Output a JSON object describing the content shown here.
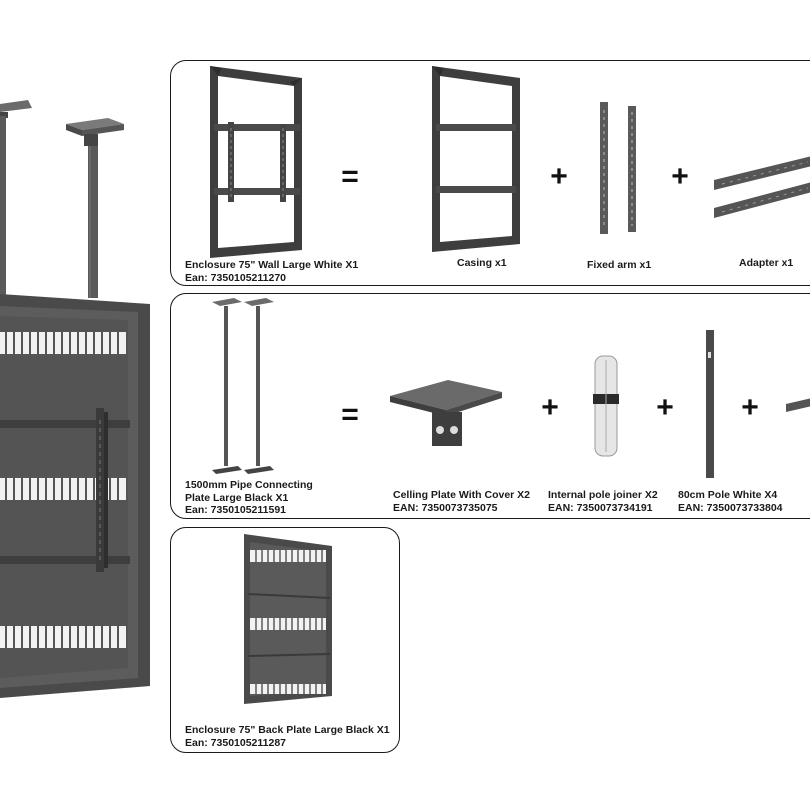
{
  "panels": {
    "wall": {
      "enclosure": {
        "name": "Enclosure 75\" Wall Large White X1",
        "ean": "Ean: 7350105211270"
      },
      "casing": {
        "name": "Casing x1"
      },
      "fixed_arm": {
        "name": "Fixed arm x1"
      },
      "adapter": {
        "name": "Adapter x1"
      }
    },
    "pipe": {
      "kit": {
        "name_line1": "1500mm Pipe Connecting",
        "name_line2": "Plate Large Black X1",
        "ean": "Ean: 7350105211591"
      },
      "ceiling_plate": {
        "name": "Celling Plate With Cover X2",
        "ean": "EAN: 7350073735075"
      },
      "pole_joiner": {
        "name": "Internal pole joiner X2",
        "ean": "EAN: 7350073734191"
      },
      "pole": {
        "name": "80cm Pole White X4",
        "ean": "EAN: 7350073733804"
      }
    },
    "back": {
      "back_plate": {
        "name": "Enclosure 75\" Back Plate Large Black X1",
        "ean": "Ean: 7350105211287"
      }
    }
  },
  "operators": {
    "equals": "=",
    "plus": "+"
  },
  "colors": {
    "metal": "#505050",
    "metal_dark": "#3a3a3a",
    "metal_light": "#6b6b6b",
    "border": "#1a1a1a",
    "joiner": "#e6e6e6"
  }
}
